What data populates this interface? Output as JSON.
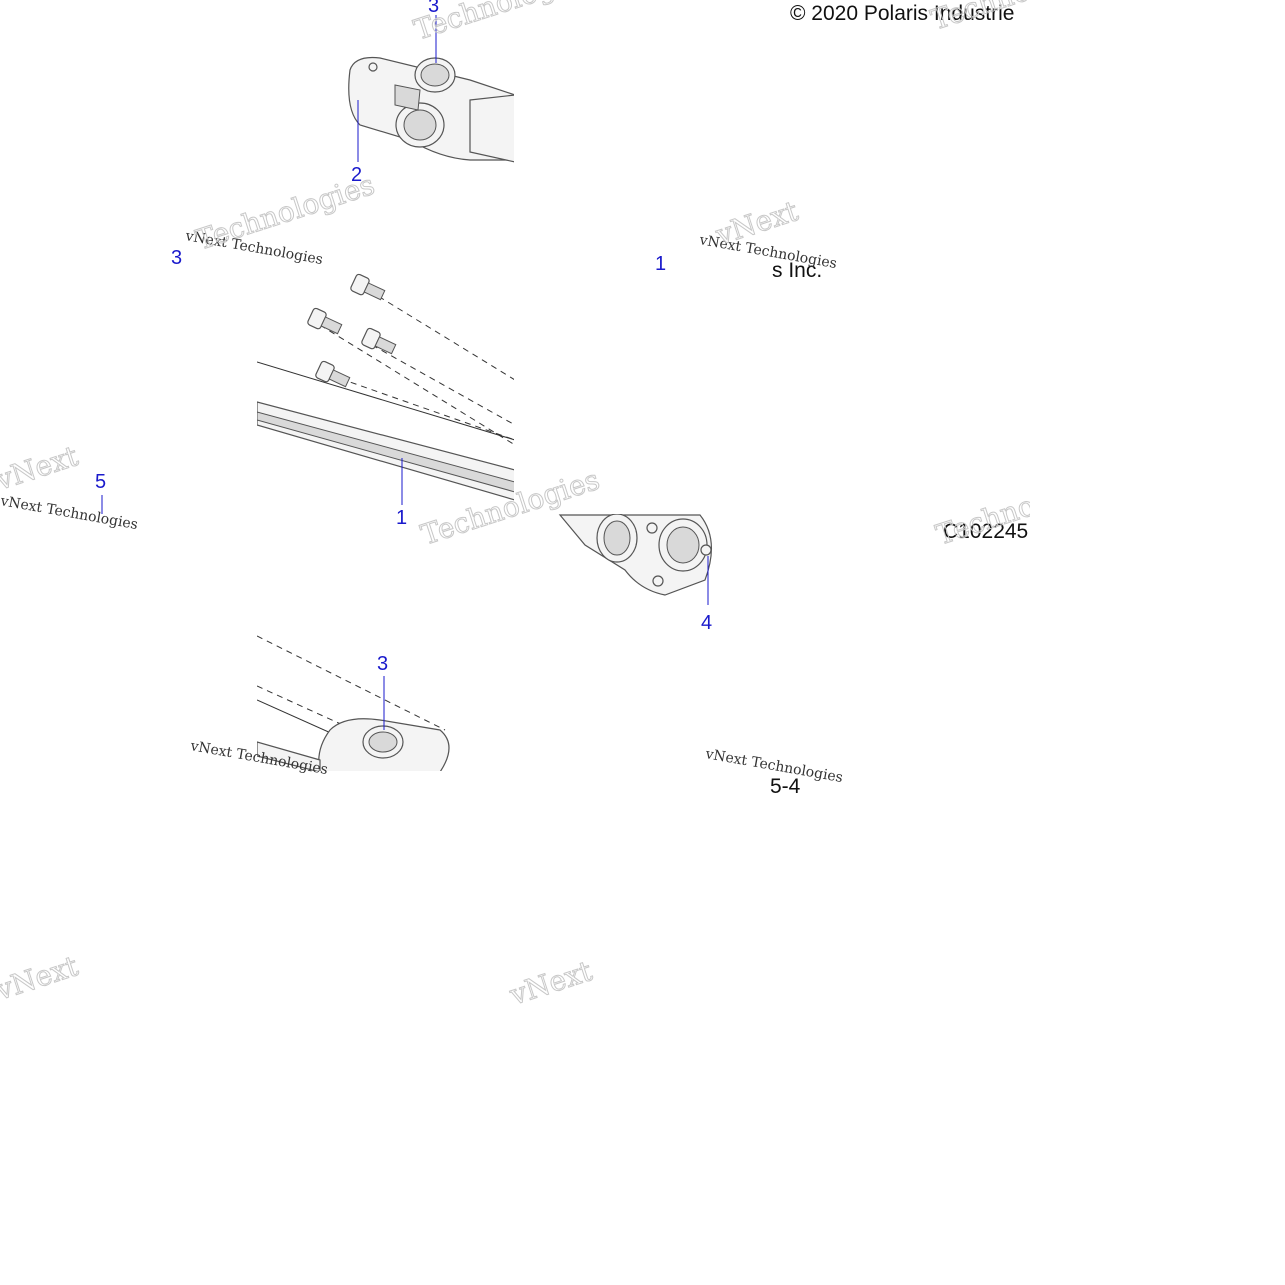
{
  "diagram": {
    "copyright_text": "© 2020 Polaris Industrie",
    "copyright_fragment": "s Inc.",
    "figure_code": "C102245",
    "figure_code_fragment": "5-4",
    "callouts": [
      {
        "id": "c3-top",
        "label": "3"
      },
      {
        "id": "c2",
        "label": "2"
      },
      {
        "id": "c3-left-partial",
        "label": "3"
      },
      {
        "id": "c1-top",
        "label": "1"
      },
      {
        "id": "c5",
        "label": "5"
      },
      {
        "id": "c1-shaft",
        "label": "1"
      },
      {
        "id": "c4",
        "label": "4"
      },
      {
        "id": "c3-bottom",
        "label": "3"
      }
    ],
    "watermark": {
      "line1": "vNext Technologies",
      "line2": "Technologies",
      "line3": "vNext"
    }
  }
}
